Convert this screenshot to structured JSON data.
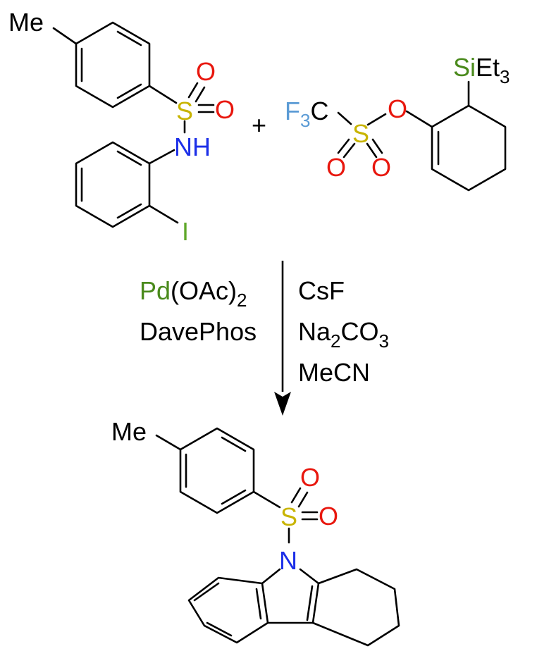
{
  "colors": {
    "black": "#000000",
    "sulfur": "#c8b400",
    "oxygen": "#e8170e",
    "nitrogen": "#1c2fe8",
    "fluorine": "#5b9bd5",
    "iodine": "#5fa82a",
    "silicon": "#4a8a1c",
    "palladium": "#4a8a1c"
  },
  "reactant1": {
    "methyl": "Me",
    "sulfur": "S",
    "oxo_top": "O",
    "oxo_right": "O",
    "amine": "NH",
    "iodine": "I"
  },
  "plus": "+",
  "reactant2": {
    "fluorine": "F",
    "fluorine_count": "3",
    "carbon": "C",
    "sulfur": "S",
    "ester_oxygen": "O",
    "oxo_left": "O",
    "oxo_right": "O",
    "silicon": "Si",
    "ethyl": "Et",
    "ethyl_count": "3"
  },
  "conditions": {
    "catalyst_metal": "Pd",
    "catalyst_ligand": "(OAc)",
    "catalyst_count": "2",
    "ligand": "DavePhos",
    "base1": "CsF",
    "base2_na": "Na",
    "base2_na_count": "2",
    "base2_co": "CO",
    "base2_o_count": "3",
    "solvent": "MeCN"
  },
  "product": {
    "methyl": "Me",
    "sulfur": "S",
    "oxo_top": "O",
    "oxo_right": "O",
    "nitrogen": "N"
  }
}
